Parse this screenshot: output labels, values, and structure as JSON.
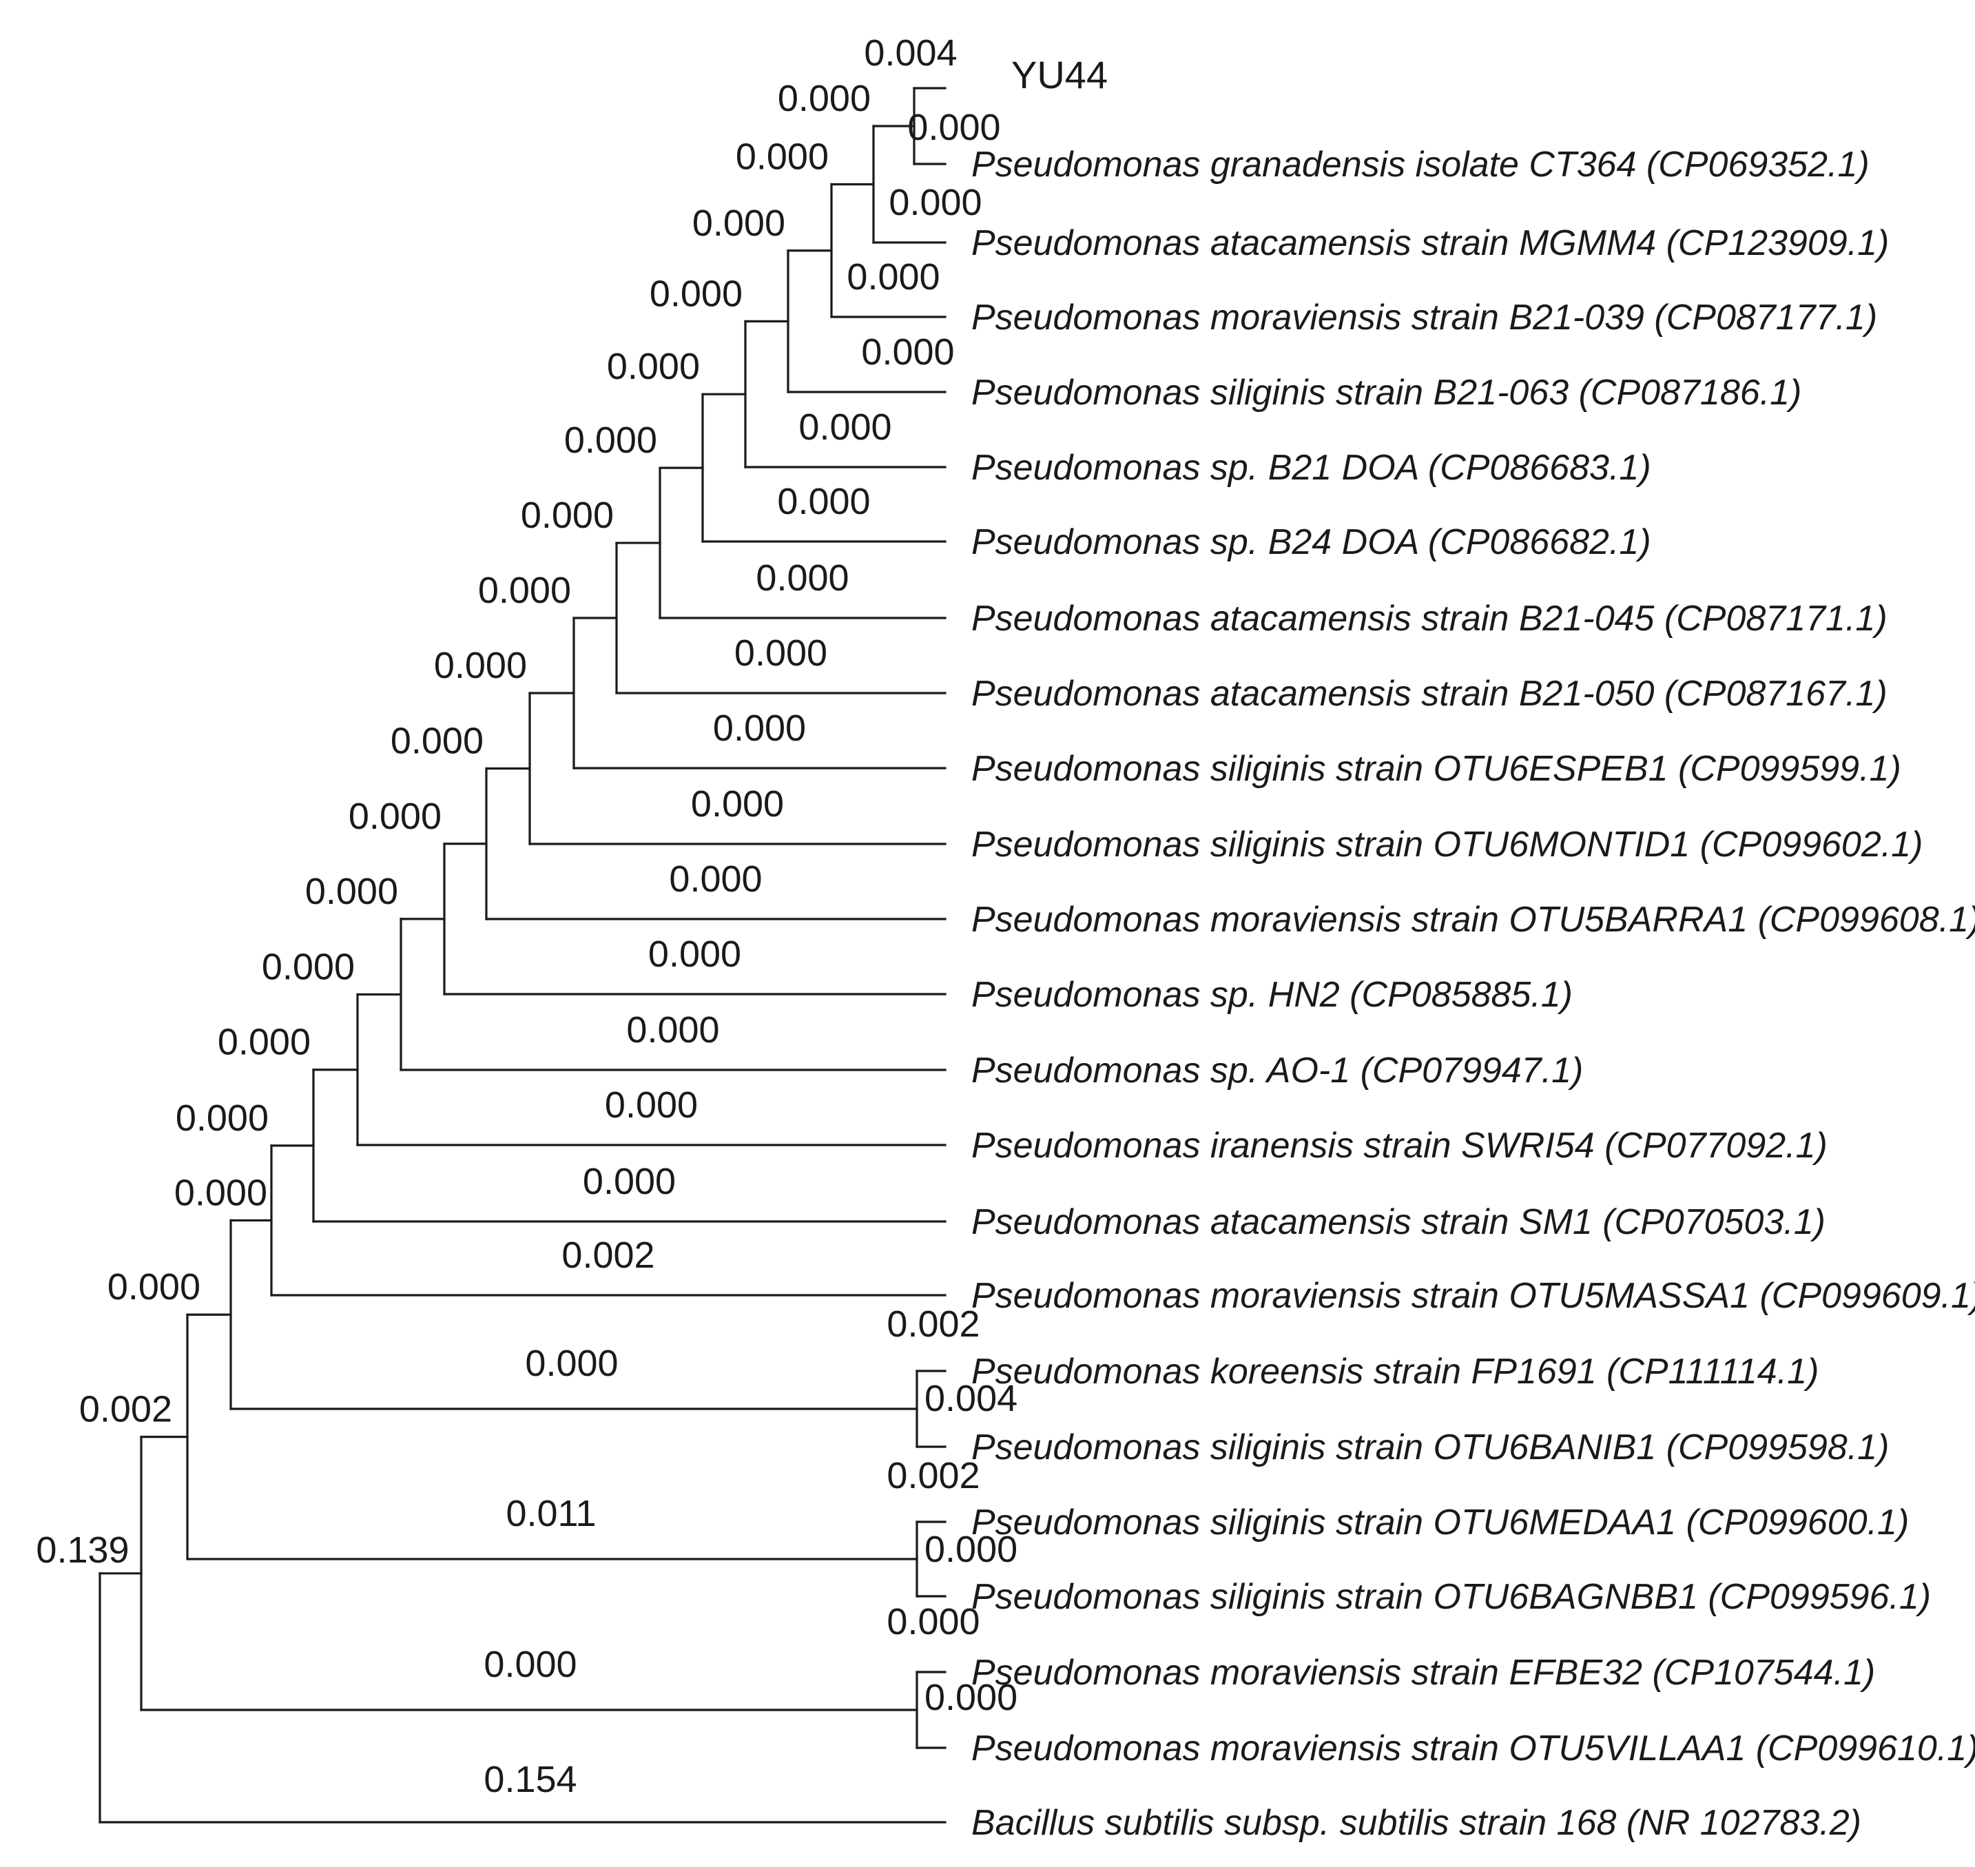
{
  "tree": {
    "leaves": [
      {
        "id": "L1",
        "label": "YU44"
      },
      {
        "id": "L2",
        "label": "Pseudomonas granadensis isolate CT364 (CP069352.1)"
      },
      {
        "id": "L3",
        "label": "Pseudomonas atacamensis strain MGMM4 (CP123909.1)"
      },
      {
        "id": "L4",
        "label": "Pseudomonas moraviensis strain B21-039 (CP087177.1)"
      },
      {
        "id": "L5",
        "label": "Pseudomonas siliginis strain B21-063 (CP087186.1)"
      },
      {
        "id": "L6",
        "label": "Pseudomonas sp. B21 DOA (CP086683.1)"
      },
      {
        "id": "L7",
        "label": "Pseudomonas sp. B24 DOA (CP086682.1)"
      },
      {
        "id": "L8",
        "label": "Pseudomonas atacamensis strain B21-045 (CP087171.1)"
      },
      {
        "id": "L9",
        "label": "Pseudomonas atacamensis strain B21-050 (CP087167.1)"
      },
      {
        "id": "L10",
        "label": "Pseudomonas siliginis strain OTU6ESPEB1 (CP099599.1)"
      },
      {
        "id": "L11",
        "label": "Pseudomonas siliginis strain OTU6MONTID1 (CP099602.1)"
      },
      {
        "id": "L12",
        "label": "Pseudomonas moraviensis strain OTU5BARRA1 (CP099608.1)"
      },
      {
        "id": "L13",
        "label": "Pseudomonas sp. HN2 (CP085885.1)"
      },
      {
        "id": "L14",
        "label": "Pseudomonas sp. AO-1 (CP079947.1)"
      },
      {
        "id": "L15",
        "label": "Pseudomonas iranensis strain SWRI54 (CP077092.1)"
      },
      {
        "id": "L16",
        "label": "Pseudomonas atacamensis strain SM1 (CP070503.1)"
      },
      {
        "id": "L17",
        "label": "Pseudomonas moraviensis strain OTU5MASSA1 (CP099609.1)"
      },
      {
        "id": "L18",
        "label": "Pseudomonas koreensis strain FP1691 (CP111114.1)"
      },
      {
        "id": "L19",
        "label": "Pseudomonas siliginis strain OTU6BANIB1 (CP099598.1)"
      },
      {
        "id": "L20",
        "label": "Pseudomonas siliginis strain OTU6MEDAA1 (CP099600.1)"
      },
      {
        "id": "L21",
        "label": "Pseudomonas siliginis strain OTU6BAGNBB1 (CP099596.1)"
      },
      {
        "id": "L22",
        "label": "Pseudomonas moraviensis strain EFBE32 (CP107544.1)"
      },
      {
        "id": "L23",
        "label": "Pseudomonas moraviensis strain OTU5VILLAA1 (CP099610.1)"
      },
      {
        "id": "L24",
        "label": "Bacillus subtilis subsp. subtilis strain 168 (NR 102783.2)"
      }
    ],
    "branch_lengths": {
      "L1": "0.004",
      "L2": "0.000",
      "A1": "0.000",
      "L3": "0.000",
      "A2": "0.000",
      "L4": "0.000",
      "A3": "0.000",
      "L5": "0.000",
      "A4": "0.000",
      "L6": "0.000",
      "A5": "0.000",
      "L7": "0.000",
      "A6": "0.000",
      "L8": "0.000",
      "A7": "0.000",
      "L9": "0.000",
      "A8": "0.000",
      "L10": "0.000",
      "A9": "0.000",
      "L11": "0.000",
      "A10": "0.000",
      "L12": "0.000",
      "A11": "0.000",
      "L13": "0.000",
      "A12": "0.000",
      "L14": "0.000",
      "A13": "0.000",
      "L15": "0.000",
      "A14": "0.000",
      "L16": "0.000",
      "A15": "0.000",
      "L17": "0.002",
      "L18": "0.002",
      "L19": "0.004",
      "C1": "0.000",
      "A16": "0.000",
      "L20": "0.002",
      "L21": "0.000",
      "C2": "0.011",
      "A17": "0.002",
      "L22": "0.000",
      "L23": "0.000",
      "C3": "0.000",
      "A18": "0.139",
      "L24": "0.154"
    }
  }
}
